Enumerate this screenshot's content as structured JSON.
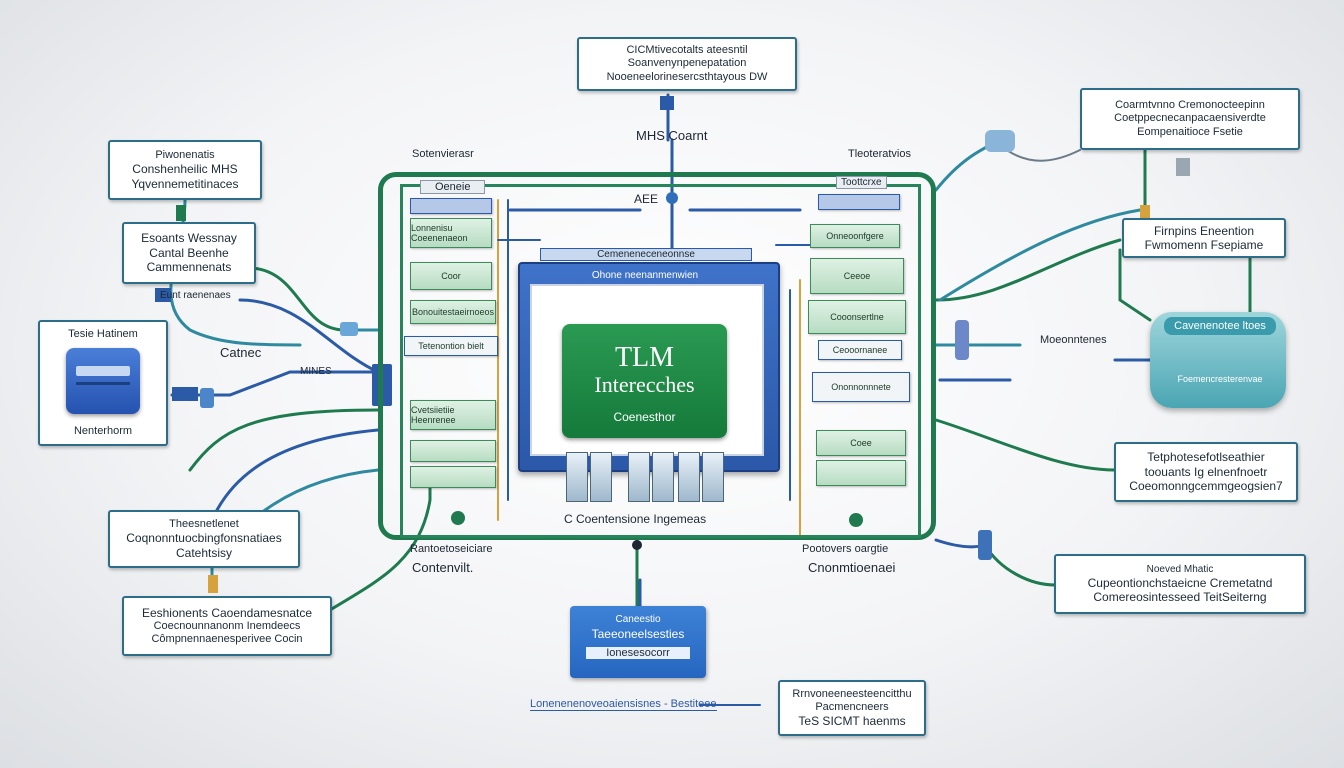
{
  "top_box": {
    "line1": "CICMtivecotalts ateesntil",
    "line2": "Soanvenynpenepatation",
    "line3": "Nooeneelorinesercsthtayous DW"
  },
  "top_label": "MHS Coarnt",
  "top_left_label": "Sotenvierasr",
  "top_right_label": "Tleoteratvios",
  "left_boxes": [
    {
      "line1": "Piwonenatis",
      "line2": "Conshenheilic MHS",
      "line3": "Yqvennemetitinaces"
    },
    {
      "line1": "Esoants Wessnay",
      "line2": "Cantal Beenhe",
      "line3": "Cammennenats"
    },
    {
      "line1": "Tesie Hatinem",
      "line2": "Nenterhorm"
    },
    {
      "line1": "Theesnetlenet",
      "line2": "Coqnonntuocbingfonsnatiaes",
      "line3": "Catehtsisy"
    },
    {
      "line1": "Eeshionents Caoendamesnatce",
      "line2": "Coecnounnanonm Inemdeecs",
      "line3": "Cômpnennaenesperivee Cocin"
    }
  ],
  "left_labels": [
    "Eunt raenenaes",
    "Catnec",
    "MINES"
  ],
  "right_boxes": [
    {
      "line1": "Coarmtvnno Cremonocteepinn",
      "line2": "Coetppecnecanpacaensiverdte",
      "line3": "Eompenaitioce Fsetie"
    },
    {
      "line1": "Firnpins Eneention",
      "line2": "Fwmomenn Fsepiame"
    },
    {
      "line1": "Tetphotesefotlseathier",
      "line2": "toouants Ig elnenfnoetr",
      "line3": "Coeomonngcemmgeogsien7"
    },
    {
      "line1": "Noeved Mhatic",
      "line2": "Cupeontionchstaeicne Cremetatnd",
      "line3": "Comereosintesseed TeitSeiterng"
    }
  ],
  "right_labels": [
    "Moeonntenes",
    "Cavenenotee ltoes",
    "Foemencresterenvae"
  ],
  "cpu": {
    "header": "Cemeneneceneonnse",
    "subheader": "Ohone neenanmenwien",
    "title1": "TLM",
    "title2": "Interecches",
    "subtitle": "Coenesthor"
  },
  "inner_labels": {
    "bottom": "C Coentensione Ingemeas",
    "top": "AEE",
    "header": "Oeneie",
    "right_top": "Toottcrxe"
  },
  "left_modules": [
    "Lonnenisu Coeenenaeon",
    "Coor",
    "Bonouitestaeirnoeos",
    "Tetenontion bielt",
    "Cvetsiietiie Heenrenee"
  ],
  "right_modules": [
    "Onneoonfgere",
    "Ceeoe",
    "Cooonsertlne",
    "Ceooornanee",
    "Ononnonnnete",
    "Coee"
  ],
  "bottom_left_labels": {
    "line1": "Rantoetoseiciare",
    "line2": "Contenvilt."
  },
  "bottom_right_labels": {
    "line1": "Pootovers oargtie",
    "line2": "Cnonmtioenaei"
  },
  "blue_box": {
    "line1": "Caneestio",
    "line2": "Taeeoneelsesties",
    "line3": "Ionesesocorr"
  },
  "bottom_link": "Lonenenenoveoaiensisnes - Bestiteee",
  "bottom_box": {
    "line1": "Rrnvoneeneesteencitthu",
    "line2": "Pacmencneers",
    "line3": "TeS SICMT haenms"
  }
}
